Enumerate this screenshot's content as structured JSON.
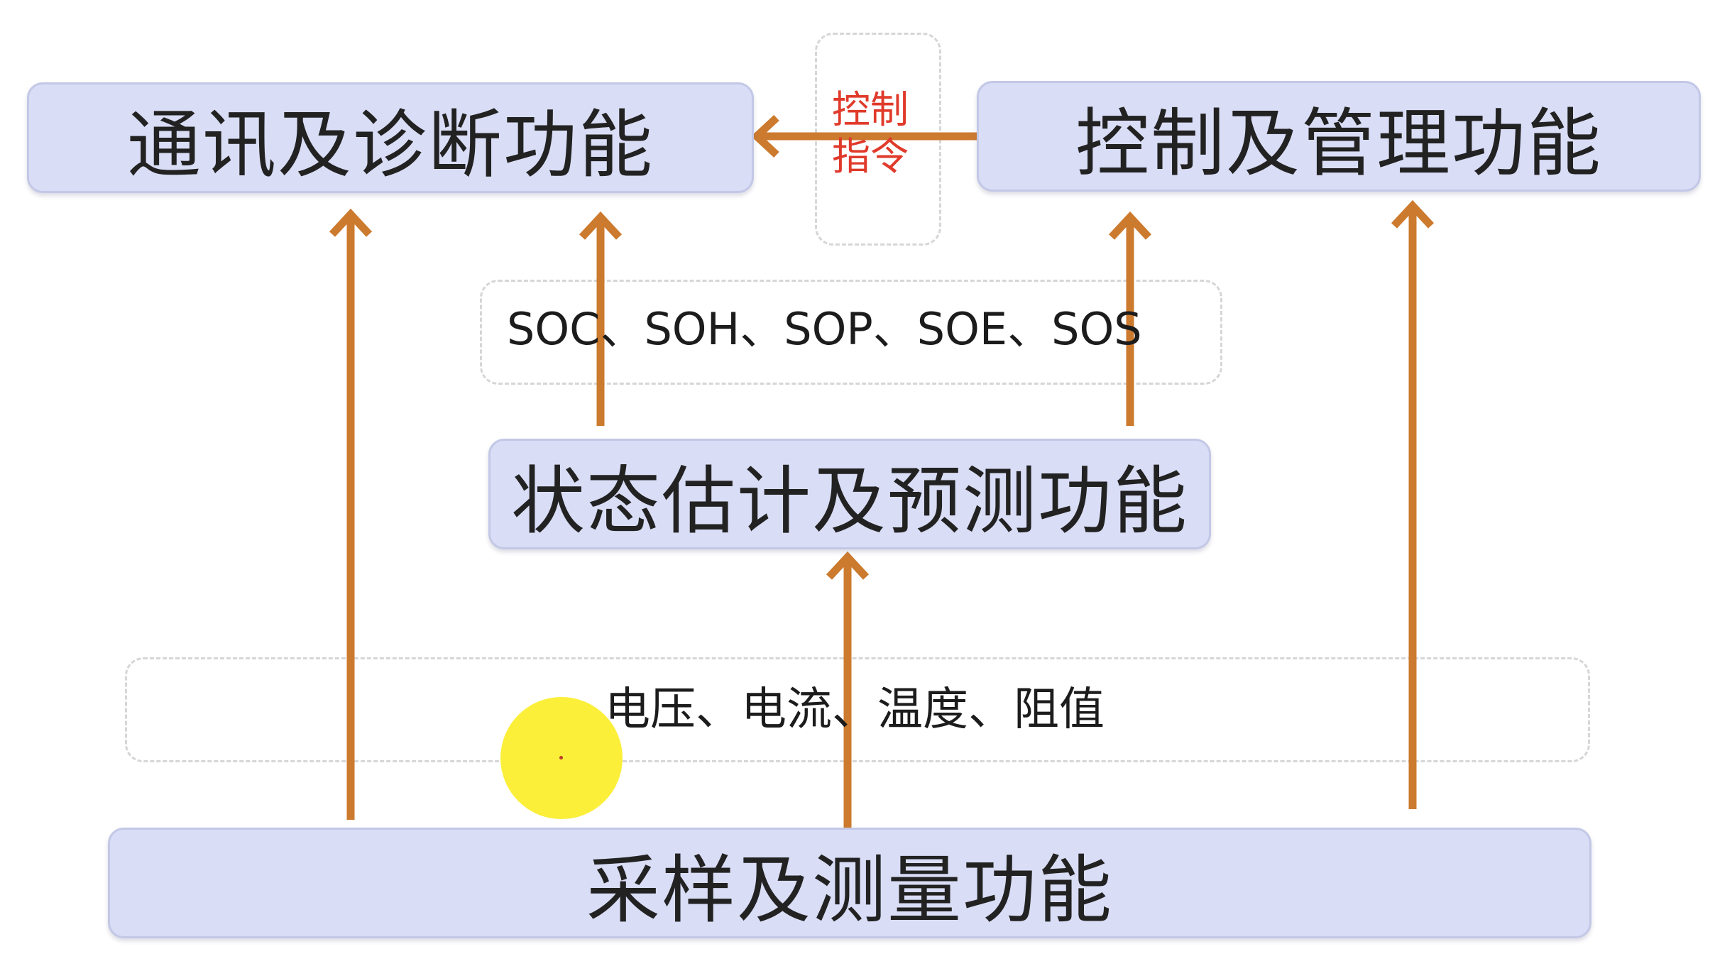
{
  "boxes": {
    "comm": "通讯及诊断功能",
    "control": "控制及管理功能",
    "estimation": "状态估计及预测功能",
    "sampling": "采样及测量功能"
  },
  "labels": {
    "control_command_line1": "控制",
    "control_command_line2": "指令",
    "states": "SOC、SOH、SOP、SOE、SOS",
    "measurements": "电压、电流、温度、阻值"
  },
  "colors": {
    "box_fill": "#d9ddf5",
    "arrow": "#cc7a2e",
    "command_text": "#e03a2a",
    "cursor_highlight": "#fbef3a"
  }
}
